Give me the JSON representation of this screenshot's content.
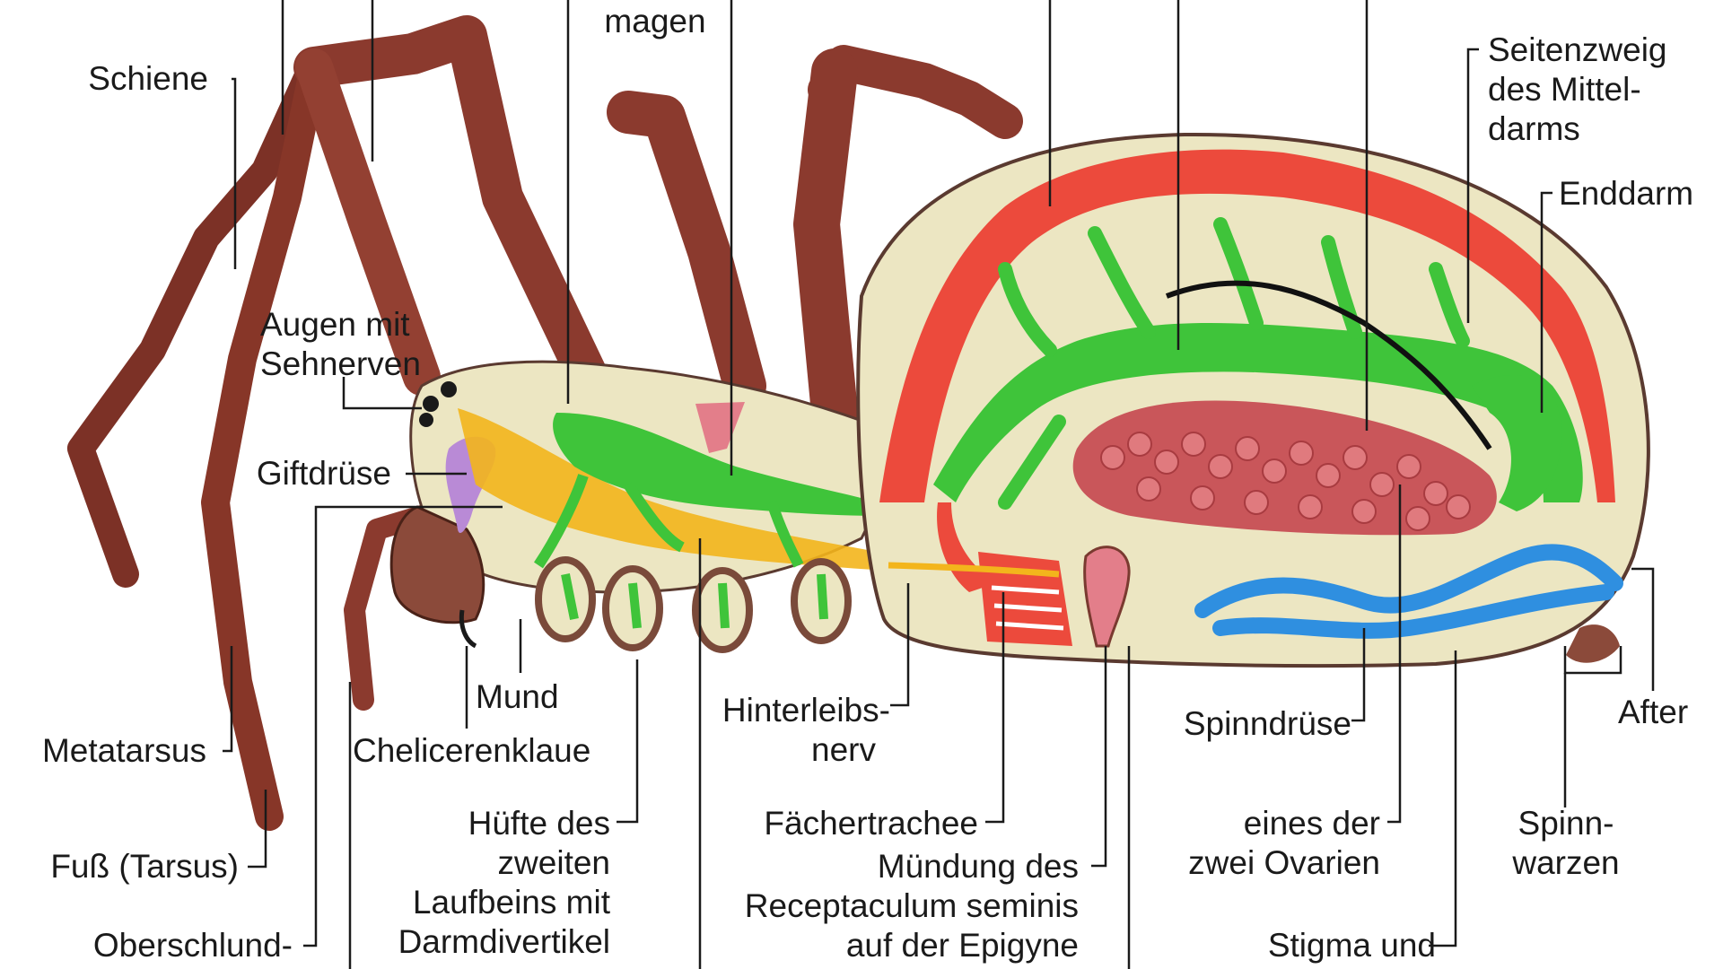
{
  "labels": {
    "schiene": "Schiene",
    "kaumagen_tail": "magen",
    "seitenzweig_1": "Seitenzweig",
    "seitenzweig_2": "des Mittel-",
    "seitenzweig_3": "darms",
    "enddarm": "Enddarm",
    "augen_1": "Augen mit",
    "augen_2": "Sehnerven",
    "giftdruese": "Giftdrüse",
    "mund": "Mund",
    "metatarsus": "Metatarsus",
    "chelicerenklaue": "Chelicerenklaue",
    "hinterleibsnerv_1": "Hinterleibs-",
    "hinterleibsnerv_2": "nerv",
    "spinndruese": "Spinndrüse",
    "after": "After",
    "fuss": "Fuß (Tarsus)",
    "huefte_1": "Hüfte des",
    "huefte_2": "zweiten",
    "huefte_3": "Laufbeins mit",
    "huefte_4": "Darmdivertikel",
    "faechertrachee": "Fächertrachee",
    "ovar_1": "eines der",
    "ovar_2": "zwei Ovarien",
    "spinnwarzen_1": "Spinn-",
    "spinnwarzen_2": "warzen",
    "muendung_1": "Mündung des",
    "muendung_2": "Receptaculum seminis",
    "muendung_3": "auf der Epigyne",
    "oberschlund": "Oberschlund-",
    "stigma": "Stigma und"
  },
  "colors": {
    "leg": "#8b3a2e",
    "leg_dark": "#5e2119",
    "body_fill": "#ece6c2",
    "midgut": "#3fc43a",
    "heart": "#ec4a3c",
    "ovary": "#c9565a",
    "silk_gland": "#2f8fe0",
    "nerve": "#f3b51c",
    "venom_gland": "#b98ad6",
    "leader_line": "#1a1a1a"
  }
}
